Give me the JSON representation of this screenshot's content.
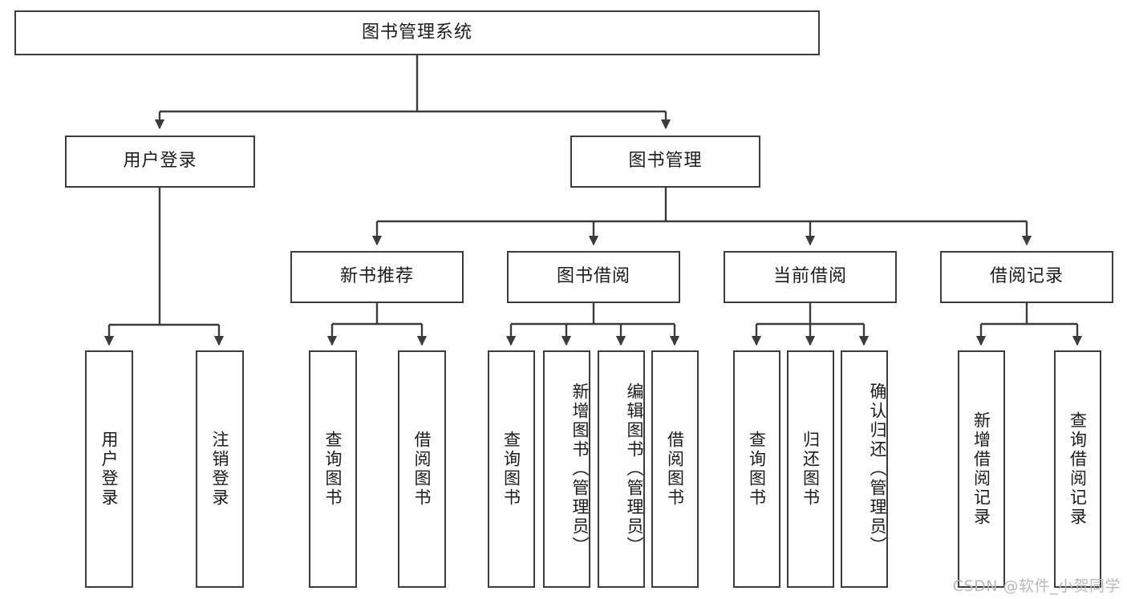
{
  "diagram": {
    "title": "图书管理系统",
    "type": "tree",
    "orientation": "top-down",
    "stroke_color": "#3b3b3b",
    "fill_color": "#ffffff",
    "text_color": "#1b1b1b"
  },
  "nodes": {
    "root": {
      "label": "图书管理系统"
    },
    "level2": [
      {
        "id": "user-login",
        "label": "用户登录"
      },
      {
        "id": "book-manage",
        "label": "图书管理"
      }
    ],
    "level3": [
      {
        "id": "new-book-recommend",
        "label": "新书推荐"
      },
      {
        "id": "book-borrow",
        "label": "图书借阅"
      },
      {
        "id": "current-borrow",
        "label": "当前借阅"
      },
      {
        "id": "borrow-record",
        "label": "借阅记录"
      }
    ],
    "leaves": {
      "user-login": [
        {
          "id": "leaf-user-login",
          "label": "用户登录"
        },
        {
          "id": "leaf-logout-login",
          "label": "注销登录"
        }
      ],
      "new-book-recommend": [
        {
          "id": "leaf-query-book-1",
          "label": "查询图书"
        },
        {
          "id": "leaf-borrow-book-1",
          "label": "借阅图书"
        }
      ],
      "book-borrow": [
        {
          "id": "leaf-query-book-2",
          "label": "查询图书"
        },
        {
          "id": "leaf-add-book",
          "label": "新增图书（管理员）"
        },
        {
          "id": "leaf-edit-book",
          "label": "编辑图书（管理员）"
        },
        {
          "id": "leaf-borrow-book-2",
          "label": "借阅图书"
        }
      ],
      "current-borrow": [
        {
          "id": "leaf-query-book-3",
          "label": "查询图书"
        },
        {
          "id": "leaf-return-book",
          "label": "归还图书"
        },
        {
          "id": "leaf-confirm-return",
          "label": "确认归还（管理员）"
        }
      ],
      "borrow-record": [
        {
          "id": "leaf-add-record",
          "label": "新增借阅记录"
        },
        {
          "id": "leaf-query-record",
          "label": "查询借阅记录"
        }
      ]
    }
  },
  "watermark": {
    "text": "CSDN @软件_小贺同学"
  }
}
